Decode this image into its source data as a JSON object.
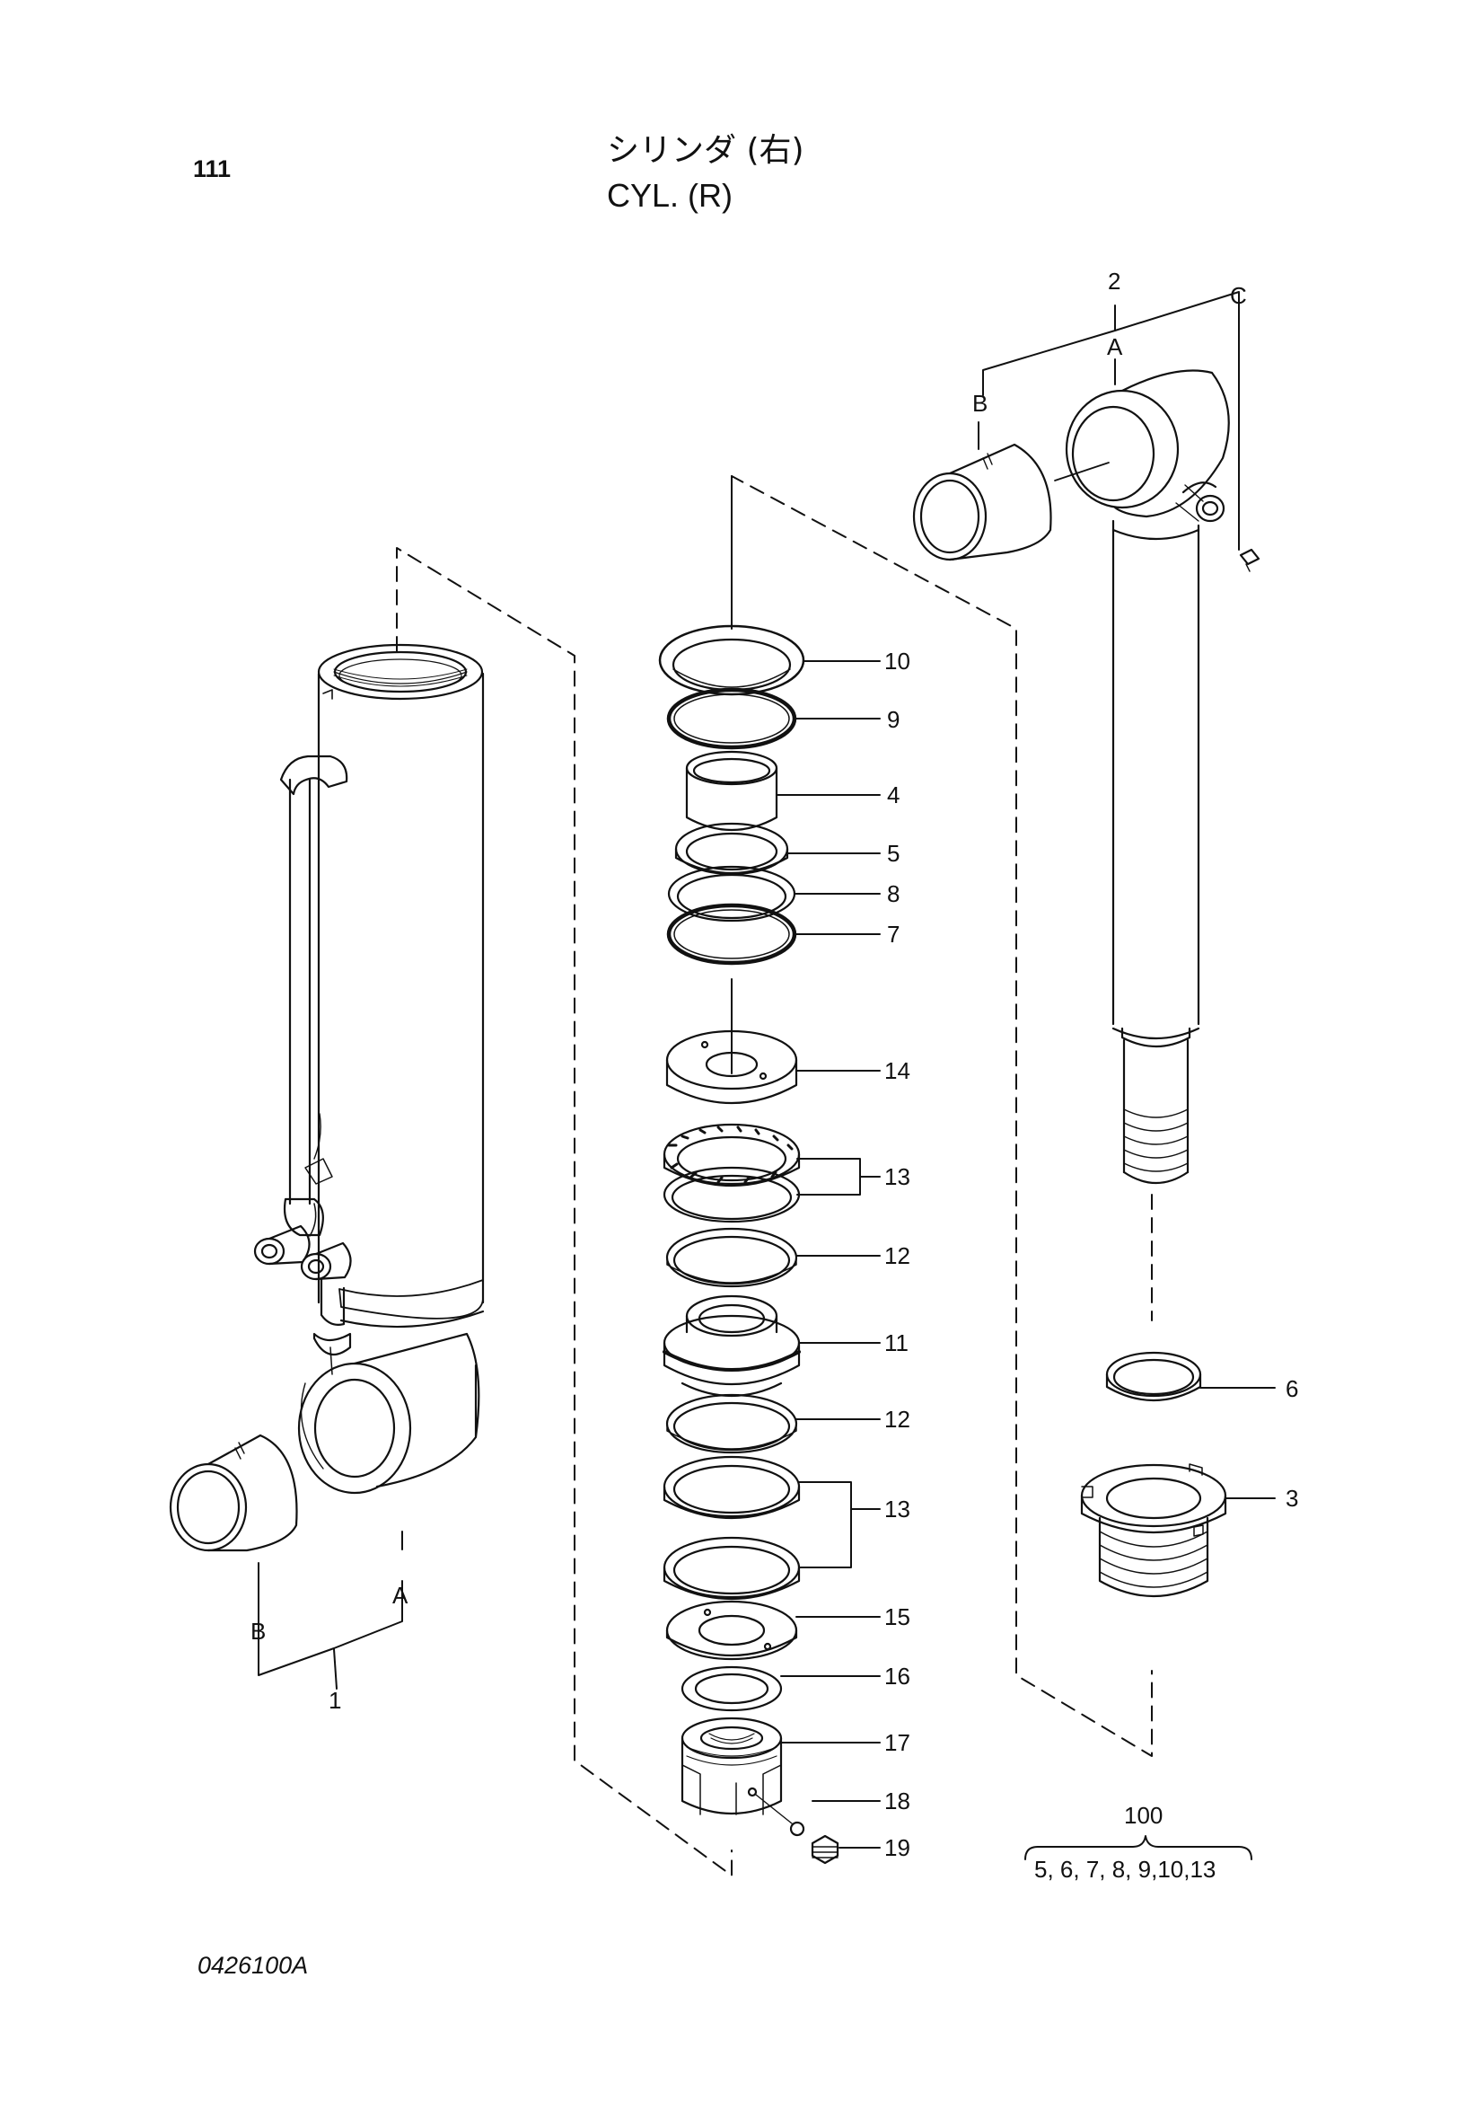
{
  "header": {
    "page_number": "111",
    "title_ja": "シリンダ (右)",
    "title_en": "CYL. (R)"
  },
  "footer": {
    "drawing_number": "0426100A"
  },
  "part_labels": {
    "p1": "1",
    "p2": "2",
    "p3": "3",
    "p4": "4",
    "p5": "5",
    "p6": "6",
    "p7": "7",
    "p8": "8",
    "p9": "9",
    "p10": "10",
    "p11a": "11",
    "p12a": "12",
    "p12b": "12",
    "p13a": "13",
    "p13b": "13",
    "p14": "14",
    "p15": "15",
    "p16": "16",
    "p17": "17",
    "p18": "18",
    "p19": "19"
  },
  "sub_labels": {
    "a_left": "A",
    "b_left": "B",
    "a_right": "A",
    "b_right": "B",
    "c_right": "C"
  },
  "kit": {
    "number": "100",
    "contents": "5, 6, 7, 8, 9,10,13"
  }
}
